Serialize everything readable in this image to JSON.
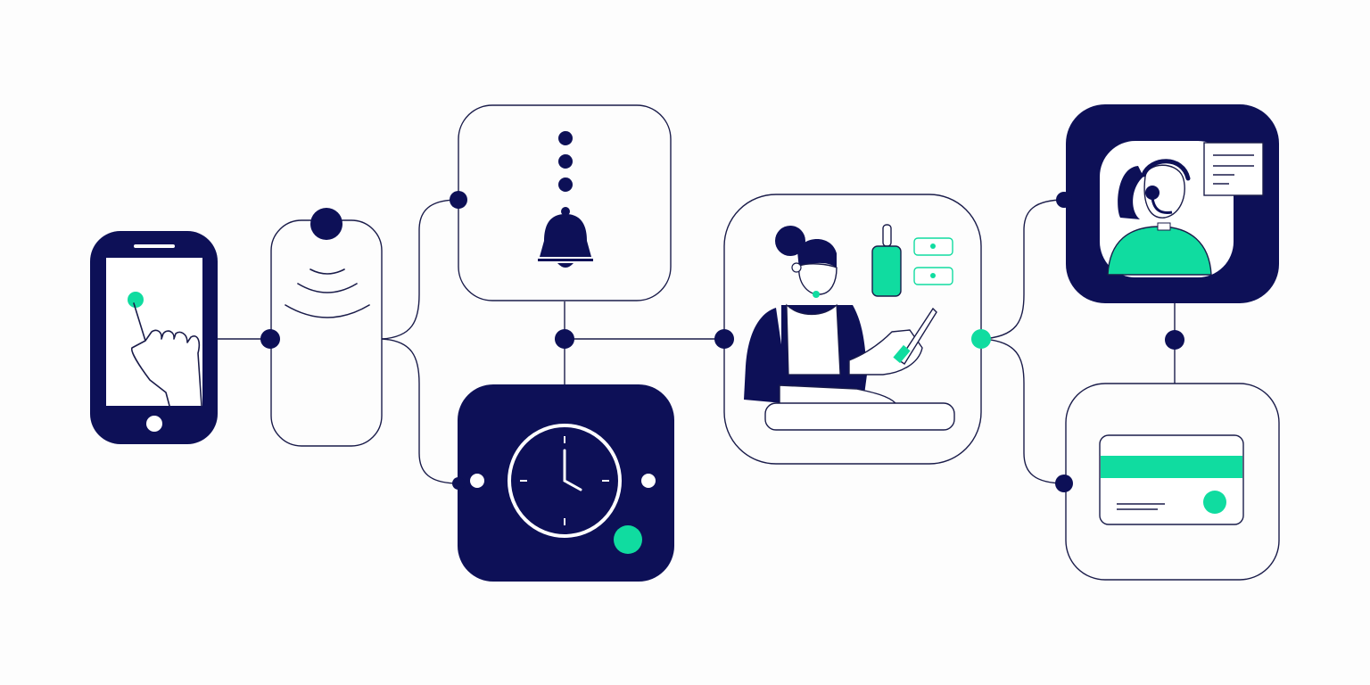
{
  "colors": {
    "navy": "#0d1057",
    "green": "#10dca0",
    "outline": "#1a1c4a",
    "panel": "#fdfdfd",
    "white": "#ffffff"
  },
  "nodes": [
    {
      "id": "phone",
      "icon": "smartphone-tap-icon"
    },
    {
      "id": "signal",
      "icon": "wireless-signal-icon"
    },
    {
      "id": "notification",
      "icon": "bell-icon"
    },
    {
      "id": "schedule",
      "icon": "clock-icon"
    },
    {
      "id": "technician",
      "icon": "nail-technician-icon"
    },
    {
      "id": "support",
      "icon": "headset-agent-icon"
    },
    {
      "id": "payment",
      "icon": "credit-card-icon"
    }
  ],
  "connections": [
    {
      "from": "phone",
      "to": "signal"
    },
    {
      "from": "signal",
      "to": "notification"
    },
    {
      "from": "signal",
      "to": "schedule"
    },
    {
      "from": "notification",
      "to": "schedule"
    },
    {
      "from": "schedule",
      "to": "technician"
    },
    {
      "from": "technician",
      "to": "support"
    },
    {
      "from": "technician",
      "to": "payment"
    },
    {
      "from": "support",
      "to": "payment"
    }
  ]
}
